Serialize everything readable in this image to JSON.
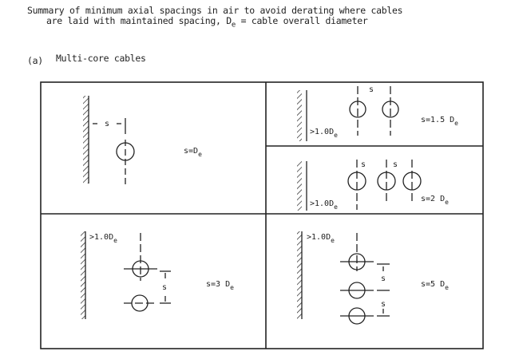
{
  "title": {
    "line1": "Summary of minimum axial spacings in air to avoid derating where cables",
    "line2_a": "are laid with maintained spacing, D",
    "line2_sub": "e",
    "line2_b": " = cable overall diameter"
  },
  "section": {
    "marker": "(a)",
    "label": "Multi-core cables"
  },
  "panels": {
    "p1": {
      "s": "s",
      "formula": "s=D",
      "sub": "e"
    },
    "p2": {
      "s": "s",
      "clearance": ">1.0D",
      "clear_sub": "e",
      "formula": "s=1.5 D",
      "sub": "e"
    },
    "p3": {
      "s1": "s",
      "s2": "s",
      "clearance": ">1.0D",
      "clear_sub": "e",
      "formula": "s=2 D",
      "sub": "e"
    },
    "p4": {
      "s": "s",
      "clearance": ">1.0D",
      "clear_sub": "e",
      "formula": "s=3 D",
      "sub": "e"
    },
    "p5": {
      "s1": "s",
      "s2": "s",
      "clearance": ">1.0D",
      "clear_sub": "e",
      "formula": "s=5 D",
      "sub": "e"
    }
  }
}
